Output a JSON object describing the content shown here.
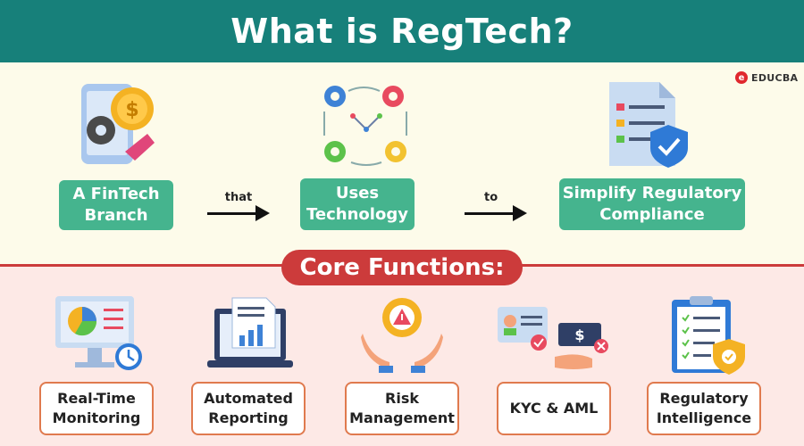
{
  "header": {
    "title": "What is RegTech?"
  },
  "brand": {
    "logo_text": "EDUCBA"
  },
  "definition": {
    "boxes": [
      {
        "label": "A FinTech Branch"
      },
      {
        "label": "Uses Technology"
      },
      {
        "label": "Simplify Regulatory Compliance"
      }
    ],
    "connectors": [
      {
        "label": "that"
      },
      {
        "label": "to"
      }
    ]
  },
  "core": {
    "title": "Core Functions:",
    "items": [
      {
        "label": "Real-Time Monitoring",
        "icon": "monitor-chart-clock-icon"
      },
      {
        "label": "Automated Reporting",
        "icon": "laptop-report-icon"
      },
      {
        "label": "Risk Management",
        "icon": "hands-gear-warning-icon"
      },
      {
        "label": "KYC & AML",
        "icon": "id-card-money-icon"
      },
      {
        "label": "Regulatory Intelligence",
        "icon": "clipboard-shield-icon"
      }
    ]
  },
  "colors": {
    "teal": "#17807a",
    "green": "#45b48e",
    "red": "#cc3b3b",
    "cream": "#fdfbea",
    "pink": "#fde9e6",
    "orange_border": "#e07a4e"
  }
}
